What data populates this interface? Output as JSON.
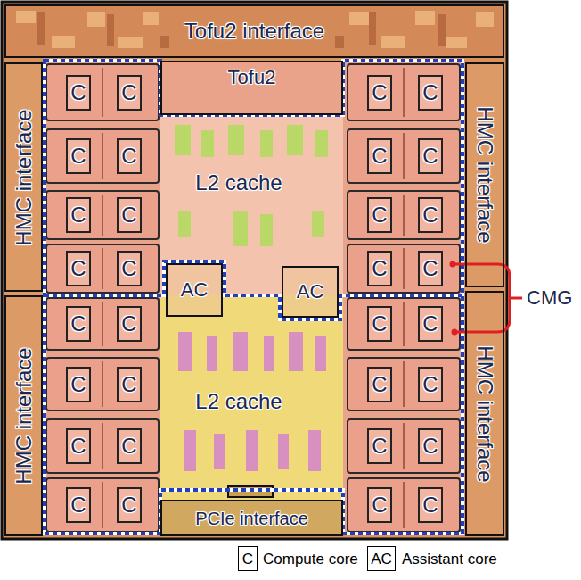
{
  "diagram": {
    "nodes": [
      {
        "text": [
          "Tofu2 interface"
        ]
      },
      {
        "text": [
          "HMC interface"
        ]
      },
      {
        "text": [
          "HMC interface"
        ]
      },
      {
        "text": [
          "HMC interface"
        ]
      },
      {
        "text": [
          "HMC interface"
        ]
      },
      {
        "text": [
          "Tofu2"
        ]
      },
      {
        "text": [
          "C"
        ]
      },
      {
        "text": [
          "C"
        ]
      },
      {
        "text": [
          "C"
        ]
      },
      {
        "text": [
          "C"
        ]
      },
      {
        "text": [
          "C"
        ]
      },
      {
        "text": [
          "C"
        ]
      },
      {
        "text": [
          "C"
        ]
      },
      {
        "text": [
          "C"
        ]
      },
      {
        "text": [
          "C"
        ]
      },
      {
        "text": [
          "C"
        ]
      },
      {
        "text": [
          "C"
        ]
      },
      {
        "text": [
          "C"
        ]
      },
      {
        "text": [
          "C"
        ]
      },
      {
        "text": [
          "C"
        ]
      },
      {
        "text": [
          "C"
        ]
      },
      {
        "text": [
          "C"
        ]
      },
      {
        "text": [
          "C"
        ]
      },
      {
        "text": [
          "C"
        ]
      },
      {
        "text": [
          "C"
        ]
      },
      {
        "text": [
          "C"
        ]
      },
      {
        "text": [
          "C"
        ]
      },
      {
        "text": [
          "C"
        ]
      },
      {
        "text": [
          "C"
        ]
      },
      {
        "text": [
          "C"
        ]
      },
      {
        "text": [
          "C"
        ]
      },
      {
        "text": [
          "C"
        ]
      },
      {
        "text": [
          "C"
        ]
      },
      {
        "text": [
          "C"
        ]
      },
      {
        "text": [
          "C"
        ]
      },
      {
        "text": [
          "C"
        ]
      },
      {
        "text": [
          "C"
        ]
      },
      {
        "text": [
          "C"
        ]
      },
      {
        "text": [
          "AC"
        ]
      },
      {
        "text": [
          "AC"
        ]
      },
      {
        "text": [
          "PCIe interface"
        ]
      },
      {
        "text": [
          "C"
        ]
      },
      {
        "text": [
          "AC"
        ]
      }
    ],
    "labels": [
      "L2 cache",
      "L2 cache",
      "CMG"
    ],
    "legend": [
      {
        "text": "Compute core"
      },
      {
        "text": "Assistant core"
      }
    ]
  }
}
